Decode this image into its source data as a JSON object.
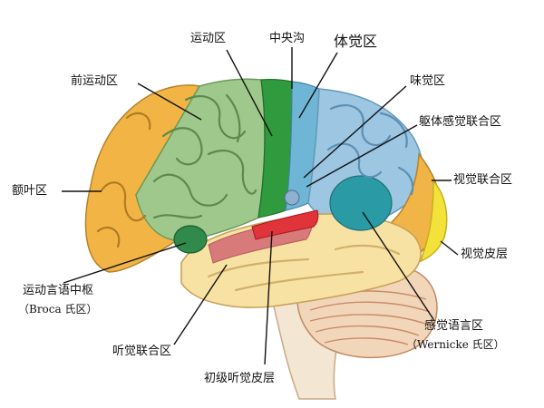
{
  "labels": {
    "motor_area": "运动区",
    "central_sulcus": "中央沟",
    "somatosensory_area": "体觉区",
    "premotor_area": "前运动区",
    "gustatory_area": "味觉区",
    "somatosensory_association": "躯体感觉联合区",
    "frontal_lobe": "额叶区",
    "visual_association": "视觉联合区",
    "visual_cortex": "视觉皮层",
    "motor_speech_center": "运动言语中枢",
    "broca": "（Broca 氏区）",
    "auditory_association": "听觉联合区",
    "primary_auditory_cortex": "初级听觉皮层",
    "sensory_speech_area": "感觉语言区",
    "wernicke": "（Wernicke 氏区）"
  },
  "colors": {
    "frontal": "#f2b545",
    "premotor": "#9fc98c",
    "motor": "#2f9a3e",
    "somatosensory": "#6fb6d6",
    "association": "#9cc6e2",
    "wernicke": "#2a9aa4",
    "broca": "#2f8a4c",
    "visual_assoc": "#f0b447",
    "visual_cortex": "#f3e23a",
    "auditory_assoc": "#d97a7a",
    "primary_auditory": "#e0343a",
    "temporal": "#f7e2a4",
    "cerebellum": "#f2d6ba",
    "brainstem": "#f3e6d2"
  }
}
